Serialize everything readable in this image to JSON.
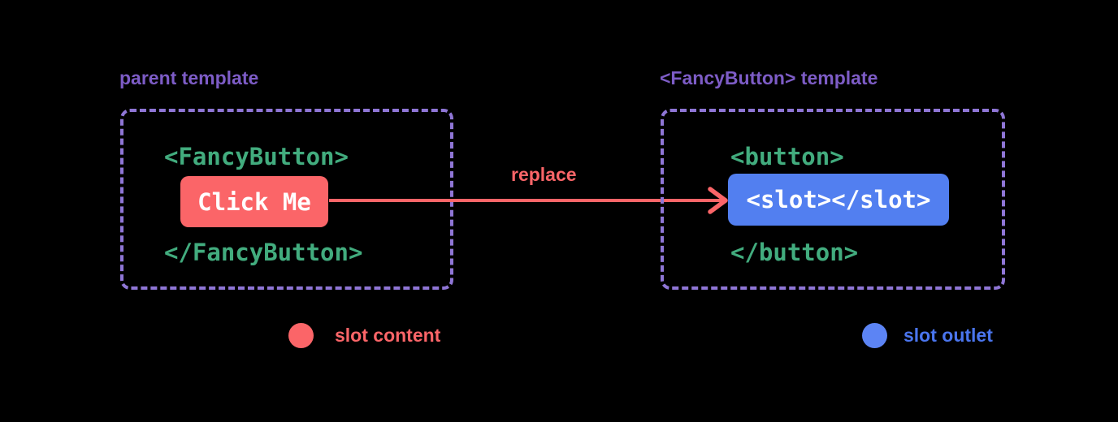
{
  "colors": {
    "background": "#000000",
    "purple": "#7d5cc6",
    "purple_dashed": "#8f76d6",
    "green": "#42ac7e",
    "red": "#fb6568",
    "blue": "#527ff0",
    "blue_dot": "#5c84f4",
    "blue_text": "#4a75ee",
    "white": "#ffffff"
  },
  "left_panel": {
    "title": "parent template",
    "code_open": "<FancyButton>",
    "button_label": "Click Me",
    "code_close": "</FancyButton>"
  },
  "arrow": {
    "label": "replace"
  },
  "right_panel": {
    "title": "<FancyButton> template",
    "code_open": "<button>",
    "slot_label": "<slot></slot>",
    "code_close": "</button>"
  },
  "legend": [
    {
      "label": "slot content",
      "color": "#fb6568"
    },
    {
      "label": "slot outlet",
      "color": "#527ff0"
    }
  ]
}
